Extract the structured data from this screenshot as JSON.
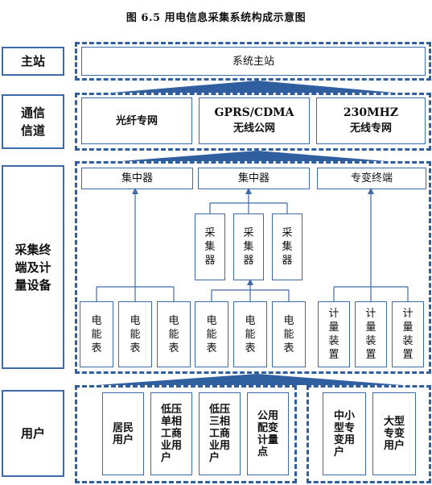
{
  "title": "图 6.5  用电信息采集系统构成示意图",
  "layers": {
    "master": "主站",
    "channel": "通信\n信道",
    "terminal": "采集终\n端及计\n量设备",
    "user": "用户"
  },
  "master": {
    "system_master": "系统主站"
  },
  "channel": {
    "fiber": "光纤专网",
    "gprs_line1": "GPRS/CDMA",
    "gprs_line2": "无线公网",
    "mhz_line1": "230MHZ",
    "mhz_line2": "无线专网"
  },
  "terminal": {
    "concentrator1": "集中器",
    "concentrator2": "集中器",
    "dedicated_terminal": "专变终端",
    "collectors": [
      "采\n集\n器",
      "采\n集\n器",
      "采\n集\n器"
    ],
    "meters": [
      "电\n能\n表",
      "电\n能\n表",
      "电\n能\n表",
      "电\n能\n表",
      "电\n能\n表",
      "电\n能\n表"
    ],
    "metering_devices": [
      "计\n量\n装\n置",
      "计\n量\n装\n置",
      "计\n量\n装\n置"
    ]
  },
  "users": {
    "residential": "居民\n用户",
    "low_single": "低压\n单相\n工商\n业用\n户",
    "low_three": "低压\n三相\n工商\n业用\n户",
    "public_transformer": "公用\n配变\n计量\n点",
    "small_medium": "中小\n型专\n变用\n户",
    "large": "大型\n专变\n用户"
  },
  "colors": {
    "border": "#3e6aa8",
    "dash": "#2f5f9f",
    "arrow": "#2f5f9f"
  }
}
